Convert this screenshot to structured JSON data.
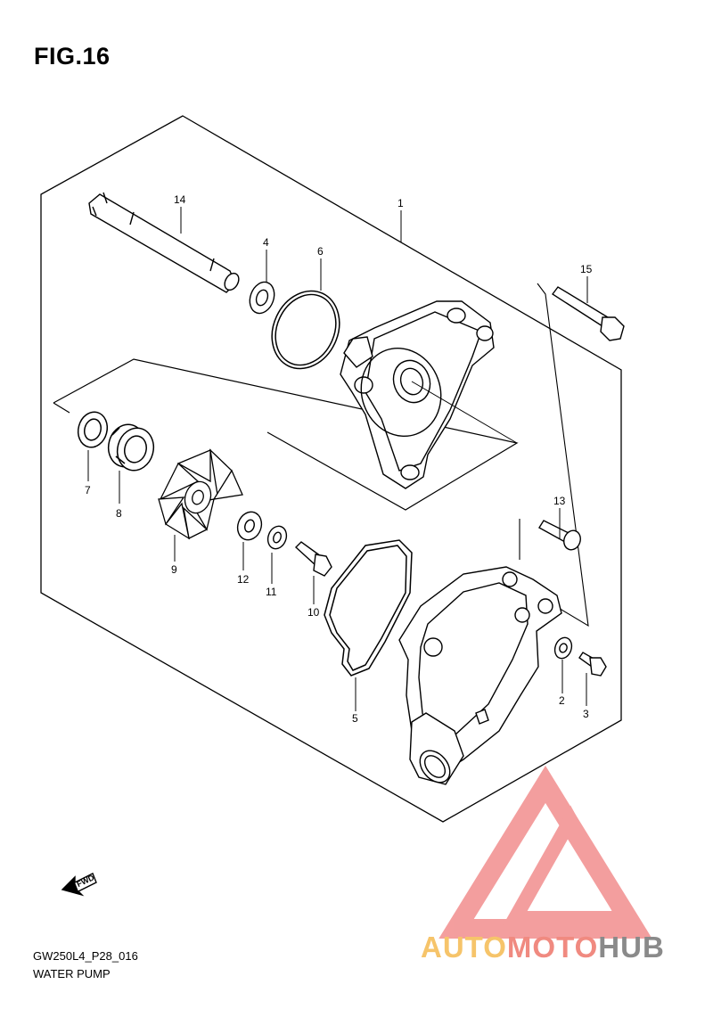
{
  "figure": {
    "title": "FIG.16"
  },
  "diagram": {
    "code": "GW250L4_P28_016",
    "name": "WATER PUMP",
    "fwd_label": "FWD"
  },
  "callouts": [
    {
      "id": "1",
      "label": "1"
    },
    {
      "id": "2",
      "label": "2"
    },
    {
      "id": "3",
      "label": "3"
    },
    {
      "id": "4",
      "label": "4"
    },
    {
      "id": "5",
      "label": "5"
    },
    {
      "id": "6",
      "label": "6"
    },
    {
      "id": "7",
      "label": "7"
    },
    {
      "id": "8",
      "label": "8"
    },
    {
      "id": "9",
      "label": "9"
    },
    {
      "id": "10",
      "label": "10"
    },
    {
      "id": "11",
      "label": "11"
    },
    {
      "id": "12",
      "label": "12"
    },
    {
      "id": "13",
      "label": "13"
    },
    {
      "id": "14",
      "label": "14"
    },
    {
      "id": "15",
      "label": "15"
    }
  ],
  "watermark": {
    "part1": "AUTO",
    "part2": "MOTO",
    "part3": "HUB",
    "colors": {
      "part1": "#f6c46a",
      "part2": "#f08a80",
      "part3": "#8a8a8a",
      "triangle": "#f07e7e"
    }
  }
}
